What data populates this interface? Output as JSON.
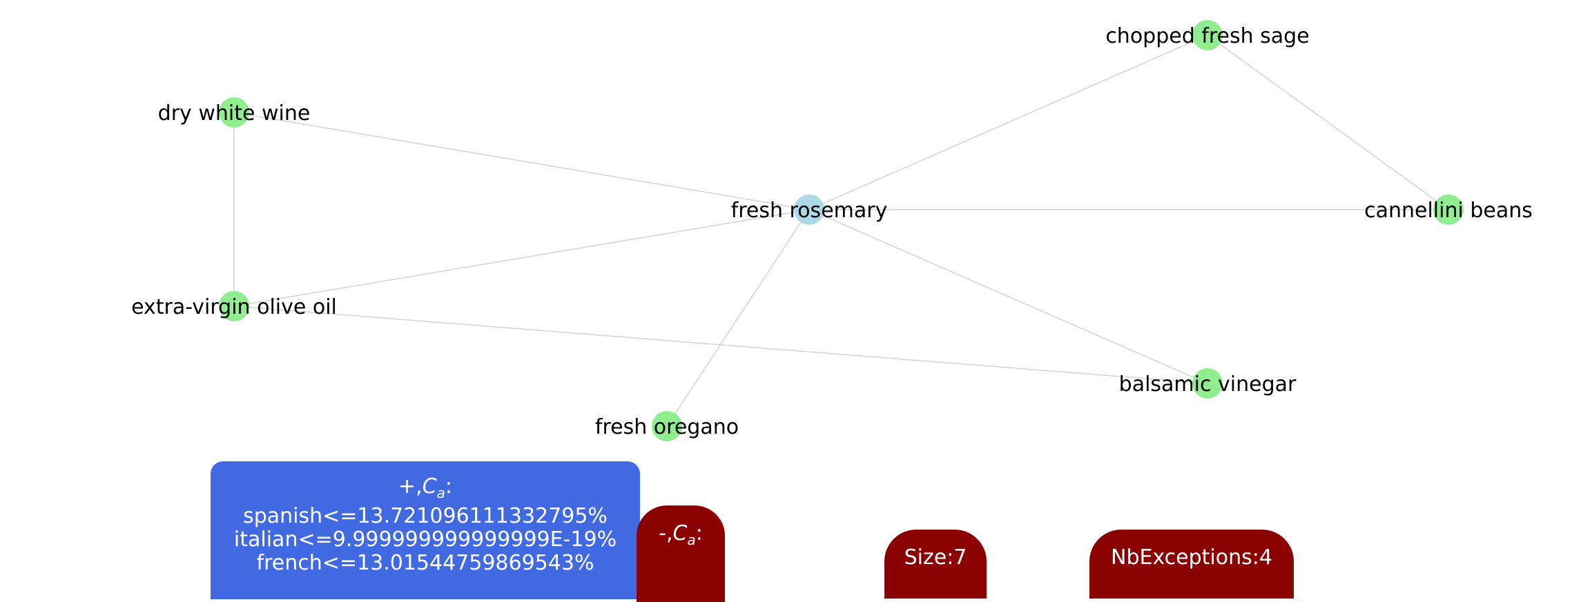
{
  "graph": {
    "center_node": {
      "id": "fresh-rosemary",
      "label": "fresh rosemary",
      "color": "#add8e6"
    },
    "nodes": [
      {
        "id": "chopped-fresh-sage",
        "label": "chopped fresh sage",
        "color": "#90ee90"
      },
      {
        "id": "dry-white-wine",
        "label": "dry white wine",
        "color": "#90ee90"
      },
      {
        "id": "cannellini-beans",
        "label": "cannellini beans",
        "color": "#90ee90"
      },
      {
        "id": "extra-virgin-olive-oil",
        "label": "extra-virgin olive oil",
        "color": "#90ee90"
      },
      {
        "id": "balsamic-vinegar",
        "label": "balsamic vinegar",
        "color": "#90ee90"
      },
      {
        "id": "fresh-oregano",
        "label": "fresh oregano",
        "color": "#90ee90"
      }
    ],
    "edges": [
      [
        "fresh-rosemary",
        "chopped-fresh-sage"
      ],
      [
        "fresh-rosemary",
        "dry-white-wine"
      ],
      [
        "fresh-rosemary",
        "cannellini-beans"
      ],
      [
        "fresh-rosemary",
        "extra-virgin-olive-oil"
      ],
      [
        "fresh-rosemary",
        "balsamic-vinegar"
      ],
      [
        "fresh-rosemary",
        "fresh-oregano"
      ],
      [
        "chopped-fresh-sage",
        "cannellini-beans"
      ],
      [
        "dry-white-wine",
        "extra-virgin-olive-oil"
      ],
      [
        "extra-virgin-olive-oil",
        "balsamic-vinegar"
      ]
    ],
    "edge_color": "#d3d3d3"
  },
  "positive_box": {
    "heading_prefix": "+,",
    "heading_symbol": "C",
    "heading_subscript": "a",
    "heading_suffix": ":",
    "lines": [
      "spanish<=13.721096111332795%",
      "italian<=9.999999999999999E-19%",
      "french<=13.01544759869543%"
    ],
    "color": "#4169e1"
  },
  "negative_box": {
    "heading_prefix": "-,",
    "heading_symbol": "C",
    "heading_subscript": "a",
    "heading_suffix": ":",
    "color": "#8b0000"
  },
  "size_box": {
    "label": "Size:7",
    "color": "#8b0000"
  },
  "exceptions_box": {
    "label": "NbExceptions:4",
    "color": "#8b0000"
  }
}
